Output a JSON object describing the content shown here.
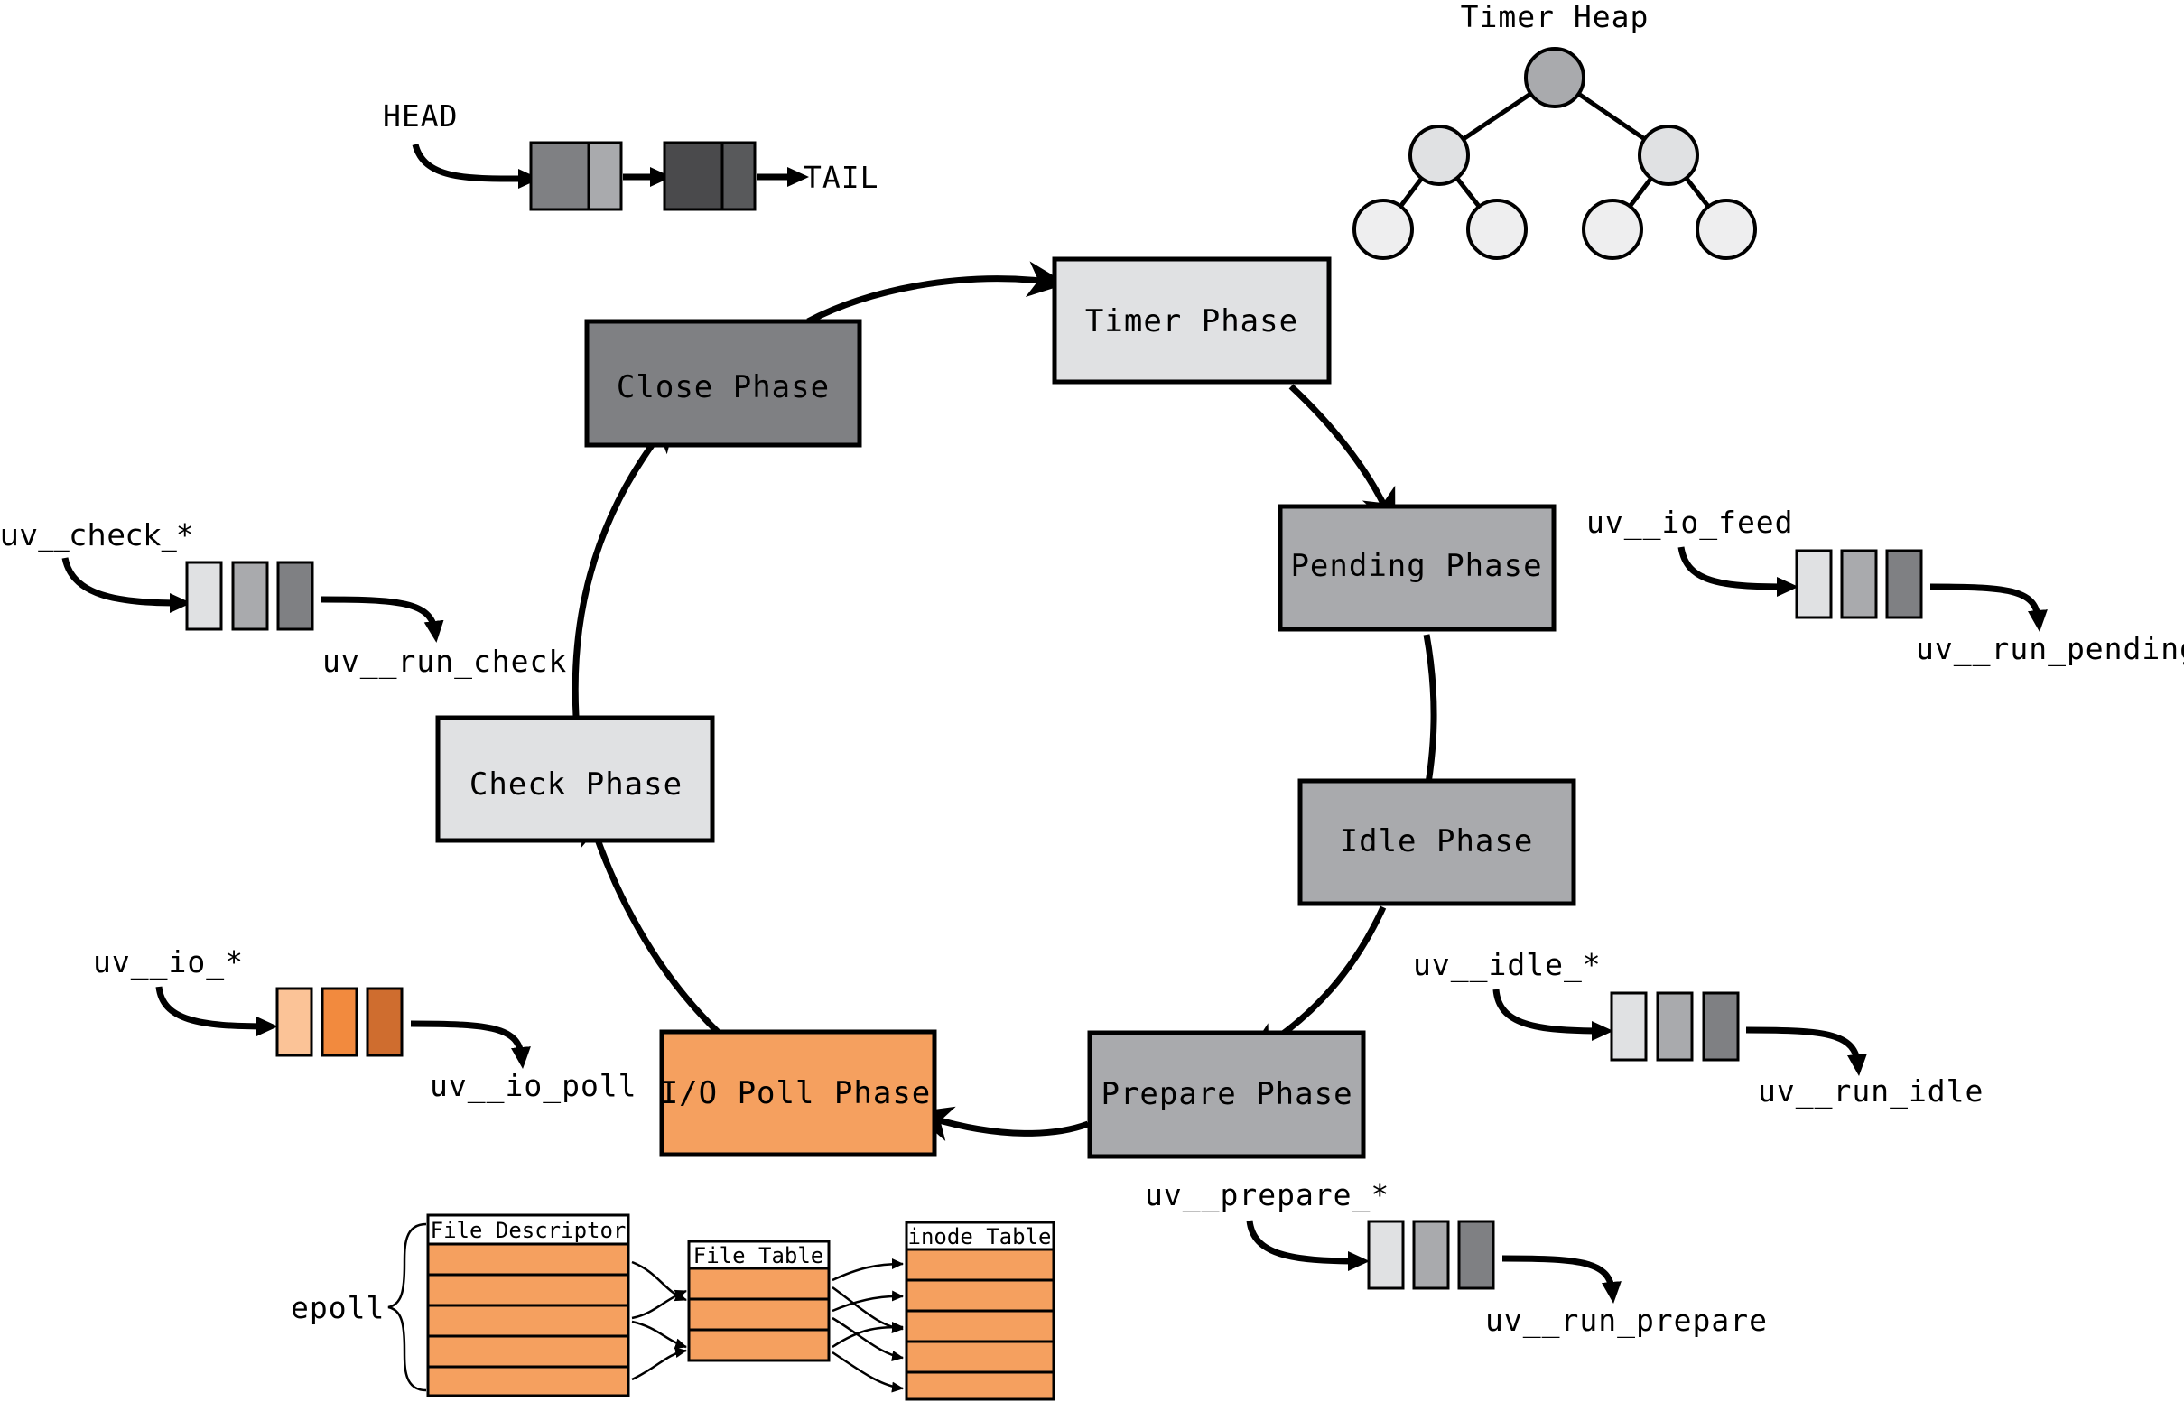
{
  "colors": {
    "light": "#e0e1e3",
    "mid": "#a9aaad",
    "dark": "#7f8083",
    "darker": "#58595b",
    "orange": "#f5a05f",
    "orange_light": "#fbc397",
    "orange_mid": "#f28a3e",
    "orange_dark": "#cf6d2f"
  },
  "phases": {
    "timer": "Timer Phase",
    "pending": "Pending Phase",
    "idle": "Idle Phase",
    "prepare": "Prepare Phase",
    "io_poll": "I/O Poll Phase",
    "check": "Check Phase",
    "close": "Close Phase"
  },
  "timer_heap": {
    "title": "Timer Heap"
  },
  "close_queue": {
    "head": "HEAD",
    "tail": "TAIL"
  },
  "queues": {
    "check": {
      "input": "uv__check_*",
      "output": "uv__run_check"
    },
    "pending": {
      "input": "uv__io_feed",
      "output": "uv__run_pending"
    },
    "idle": {
      "input": "uv__idle_*",
      "output": "uv__run_idle"
    },
    "io": {
      "input": "uv__io_*",
      "output": "uv__io_poll"
    },
    "prepare": {
      "input": "uv__prepare_*",
      "output": "uv__run_prepare"
    }
  },
  "epoll": {
    "label": "epoll",
    "fd_table": "File Descriptor",
    "file_table": "File Table",
    "inode_table": "inode Table"
  }
}
